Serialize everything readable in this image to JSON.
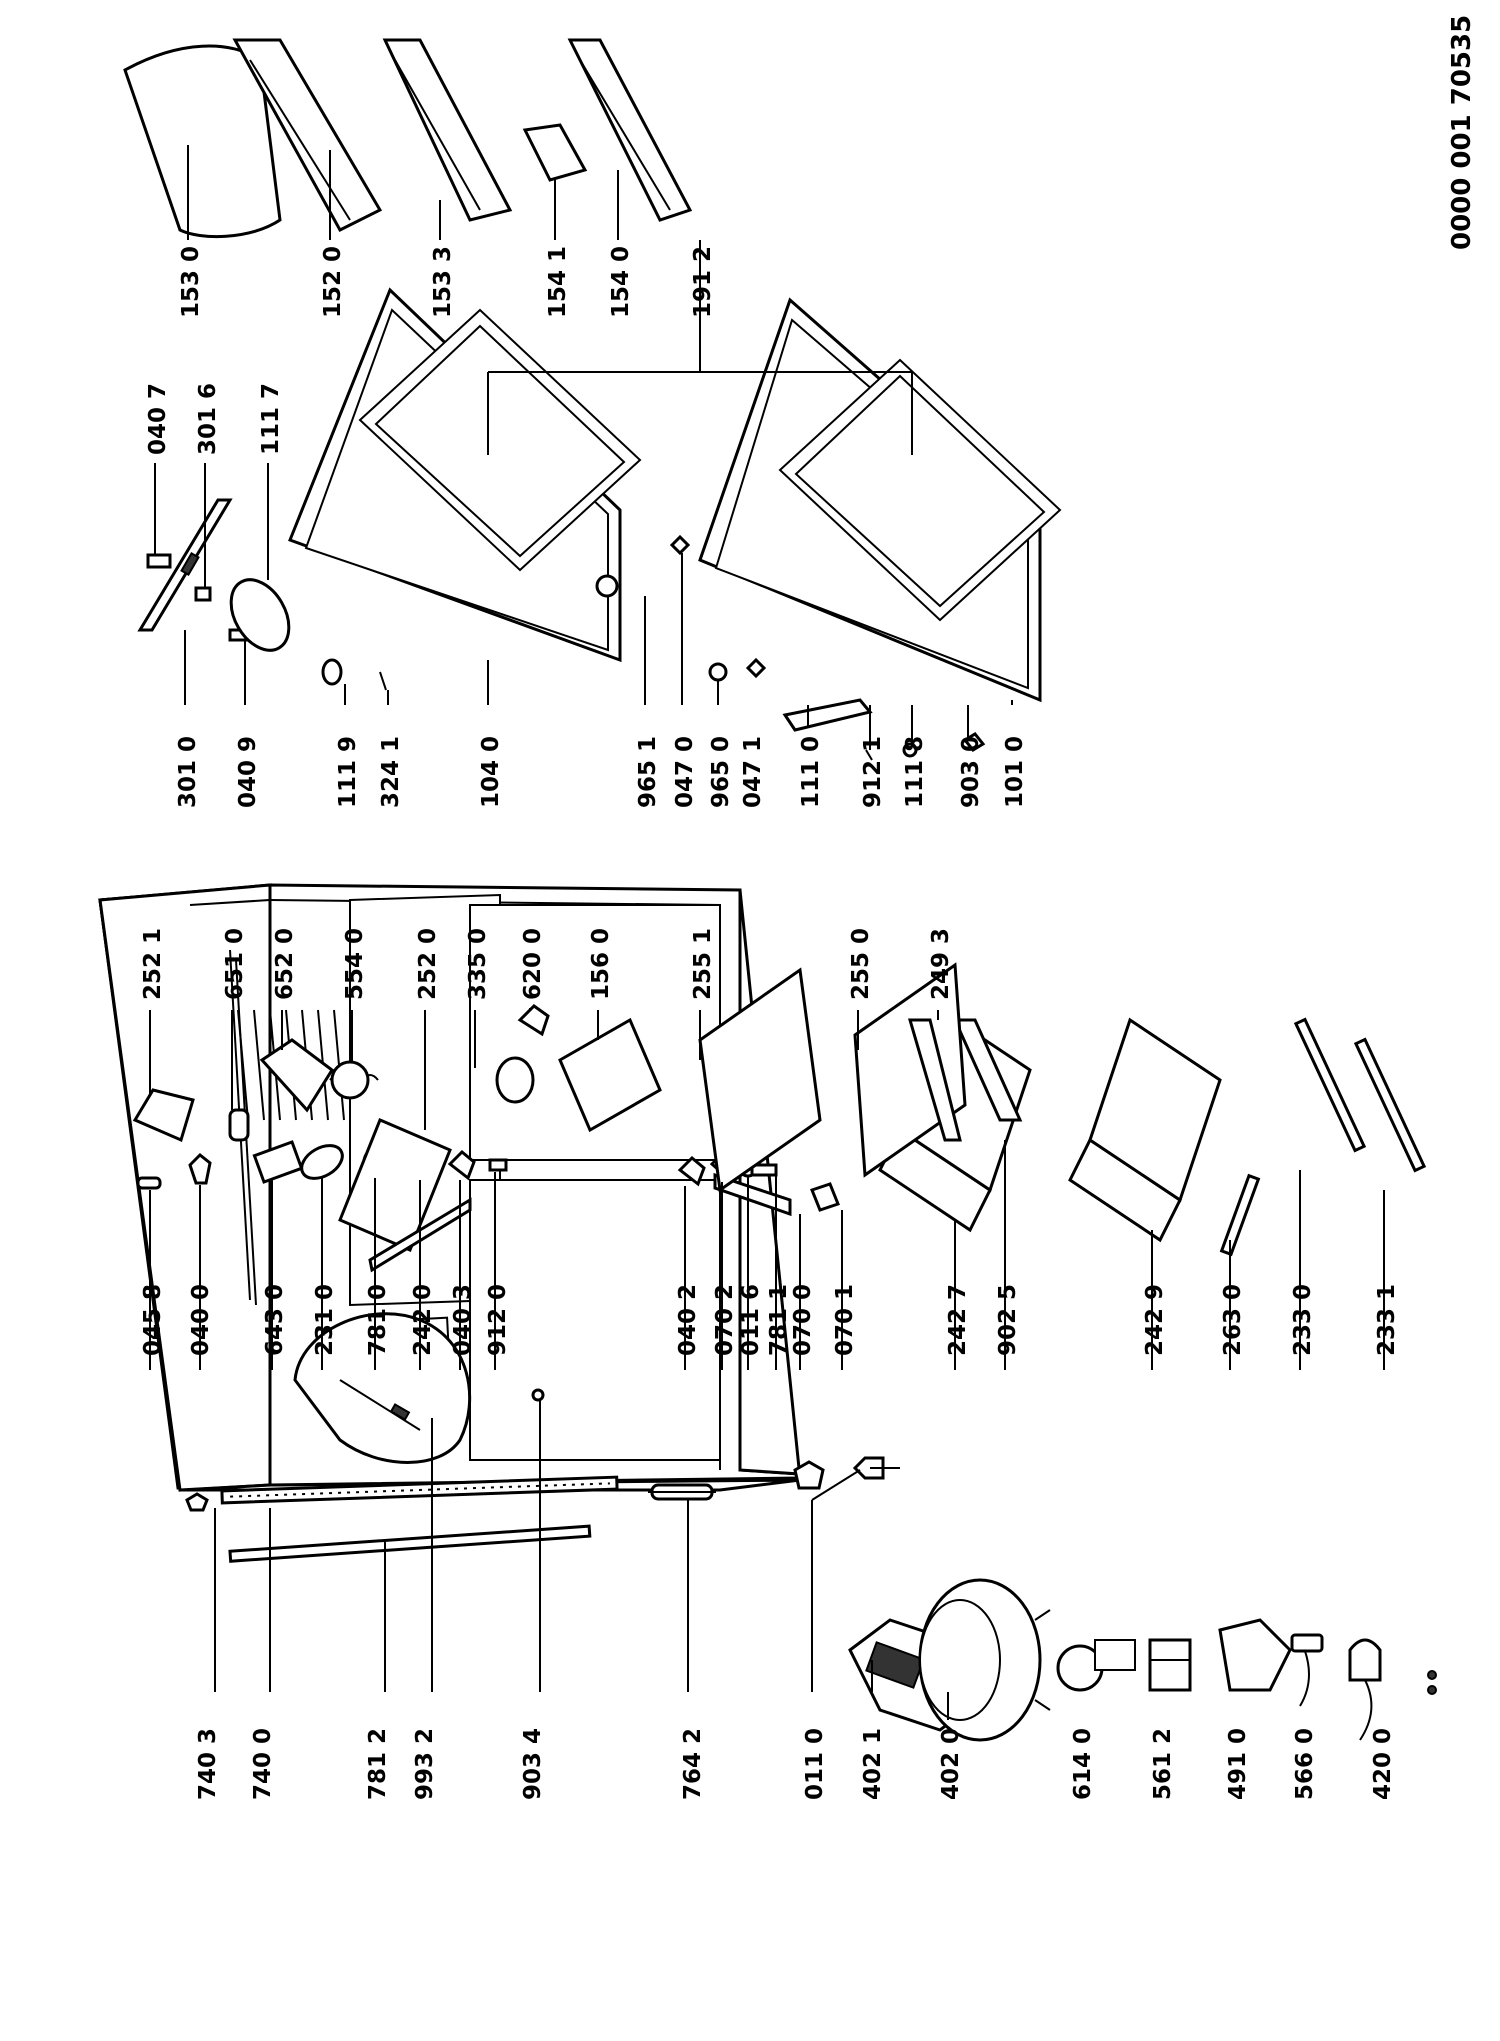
{
  "doc_number": "0000 001 70535",
  "labels": {
    "p7403": "740 3",
    "p7400": "740 0",
    "p7812": "781 2",
    "p9932": "993 2",
    "p9034": "903 4",
    "p7642": "764 2",
    "p0110": "011 0",
    "p4021": "402 1",
    "p4020": "402 0",
    "p6140": "614 0",
    "p5612": "561 2",
    "p4910": "491 0",
    "p5660": "566 0",
    "p4200": "420 0",
    "p0458": "045 8",
    "p0400": "040 0",
    "p6430": "643 0",
    "p2310": "231 0",
    "p7810": "781 0",
    "p2420": "242 0",
    "p0403": "040 3",
    "p9120": "912 0",
    "p0402": "040 2",
    "p0702": "070 2",
    "p0116": "011 6",
    "p7811": "781 1",
    "p0700": "070 0",
    "p0701": "070 1",
    "p2427": "242 7",
    "p9025": "902 5",
    "p2429": "242 9",
    "p2630": "263 0",
    "p2330": "233 0",
    "p2331": "233 1",
    "p2521": "252 1",
    "p6510": "651 0",
    "p6520": "652 0",
    "p5540": "554 0",
    "p2520": "252 0",
    "p3350": "335 0",
    "p6200": "620 0",
    "p1560": "156 0",
    "p2551": "255 1",
    "p2550": "255 0",
    "p2493": "249 3",
    "p3010": "301 0",
    "p0409": "040 9",
    "p1119": "111 9",
    "p3241": "324 1",
    "p1040": "104 0",
    "p9651": "965 1",
    "p0470": "047 0",
    "p9650": "965 0",
    "p0471": "047 1",
    "p1110": "111 0",
    "p9121": "912 1",
    "p1118": "111 8",
    "p9030": "903 0",
    "p1010": "101 0",
    "p0407": "040 7",
    "p3016": "301 6",
    "p1117": "111 7",
    "p1530": "153 0",
    "p1520": "152 0",
    "p1533": "153 3",
    "p1541": "154 1",
    "p1540": "154 0",
    "p1912": "191 2"
  }
}
